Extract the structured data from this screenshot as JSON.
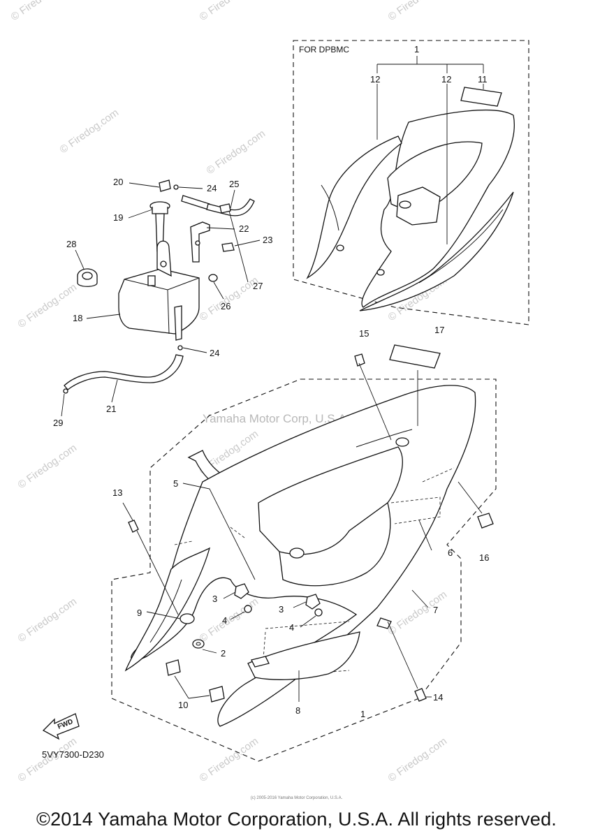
{
  "diagram": {
    "variant_label": "FOR DPBMC",
    "drawing_code": "5VY7300-D230",
    "fwd_label": "FWD",
    "center_watermark": "Yamaha Motor Corp, U.S.A.",
    "side_watermark": "© Firedog.com",
    "tile_watermark": "© Firedog.com",
    "callouts": {
      "c1_top": "1",
      "c12_left": "12",
      "c12_right": "12",
      "c11": "11",
      "c20": "20",
      "c24_top": "24",
      "c25": "25",
      "c19": "19",
      "c22": "22",
      "c23": "23",
      "c28": "28",
      "c27": "27",
      "c26": "26",
      "c18": "18",
      "c24_low": "24",
      "c21": "21",
      "c29": "29",
      "c15": "15",
      "c17": "17",
      "c5": "5",
      "c13": "13",
      "c6": "6",
      "c16": "16",
      "c3a": "3",
      "c4a": "4",
      "c3b": "3",
      "c4b": "4",
      "c9": "9",
      "c7": "7",
      "c2": "2",
      "c10": "10",
      "c8": "8",
      "c1_bottom": "1",
      "c14": "14"
    }
  },
  "footer": {
    "small_copyright": "(c) 2005-2016 Yamaha Motor Corporation, U.S.A.",
    "copyright": "©2014 Yamaha Motor Corporation, U.S.A. All rights reserved."
  }
}
